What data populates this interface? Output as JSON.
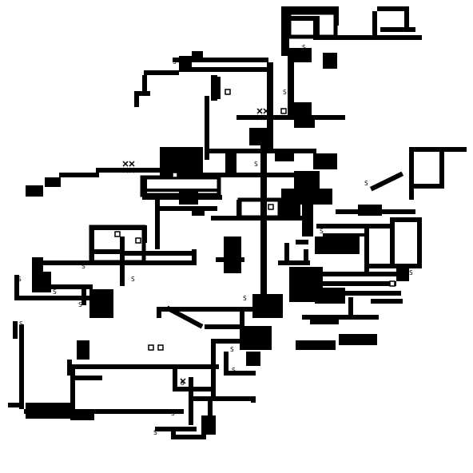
{
  "map": {
    "background": "#ffffff",
    "ink": "#000000",
    "legend_glyphs": {
      "spawn": "S",
      "cross_tile": "x",
      "box_tile": "o"
    },
    "spawn_marker_count": 20
  }
}
